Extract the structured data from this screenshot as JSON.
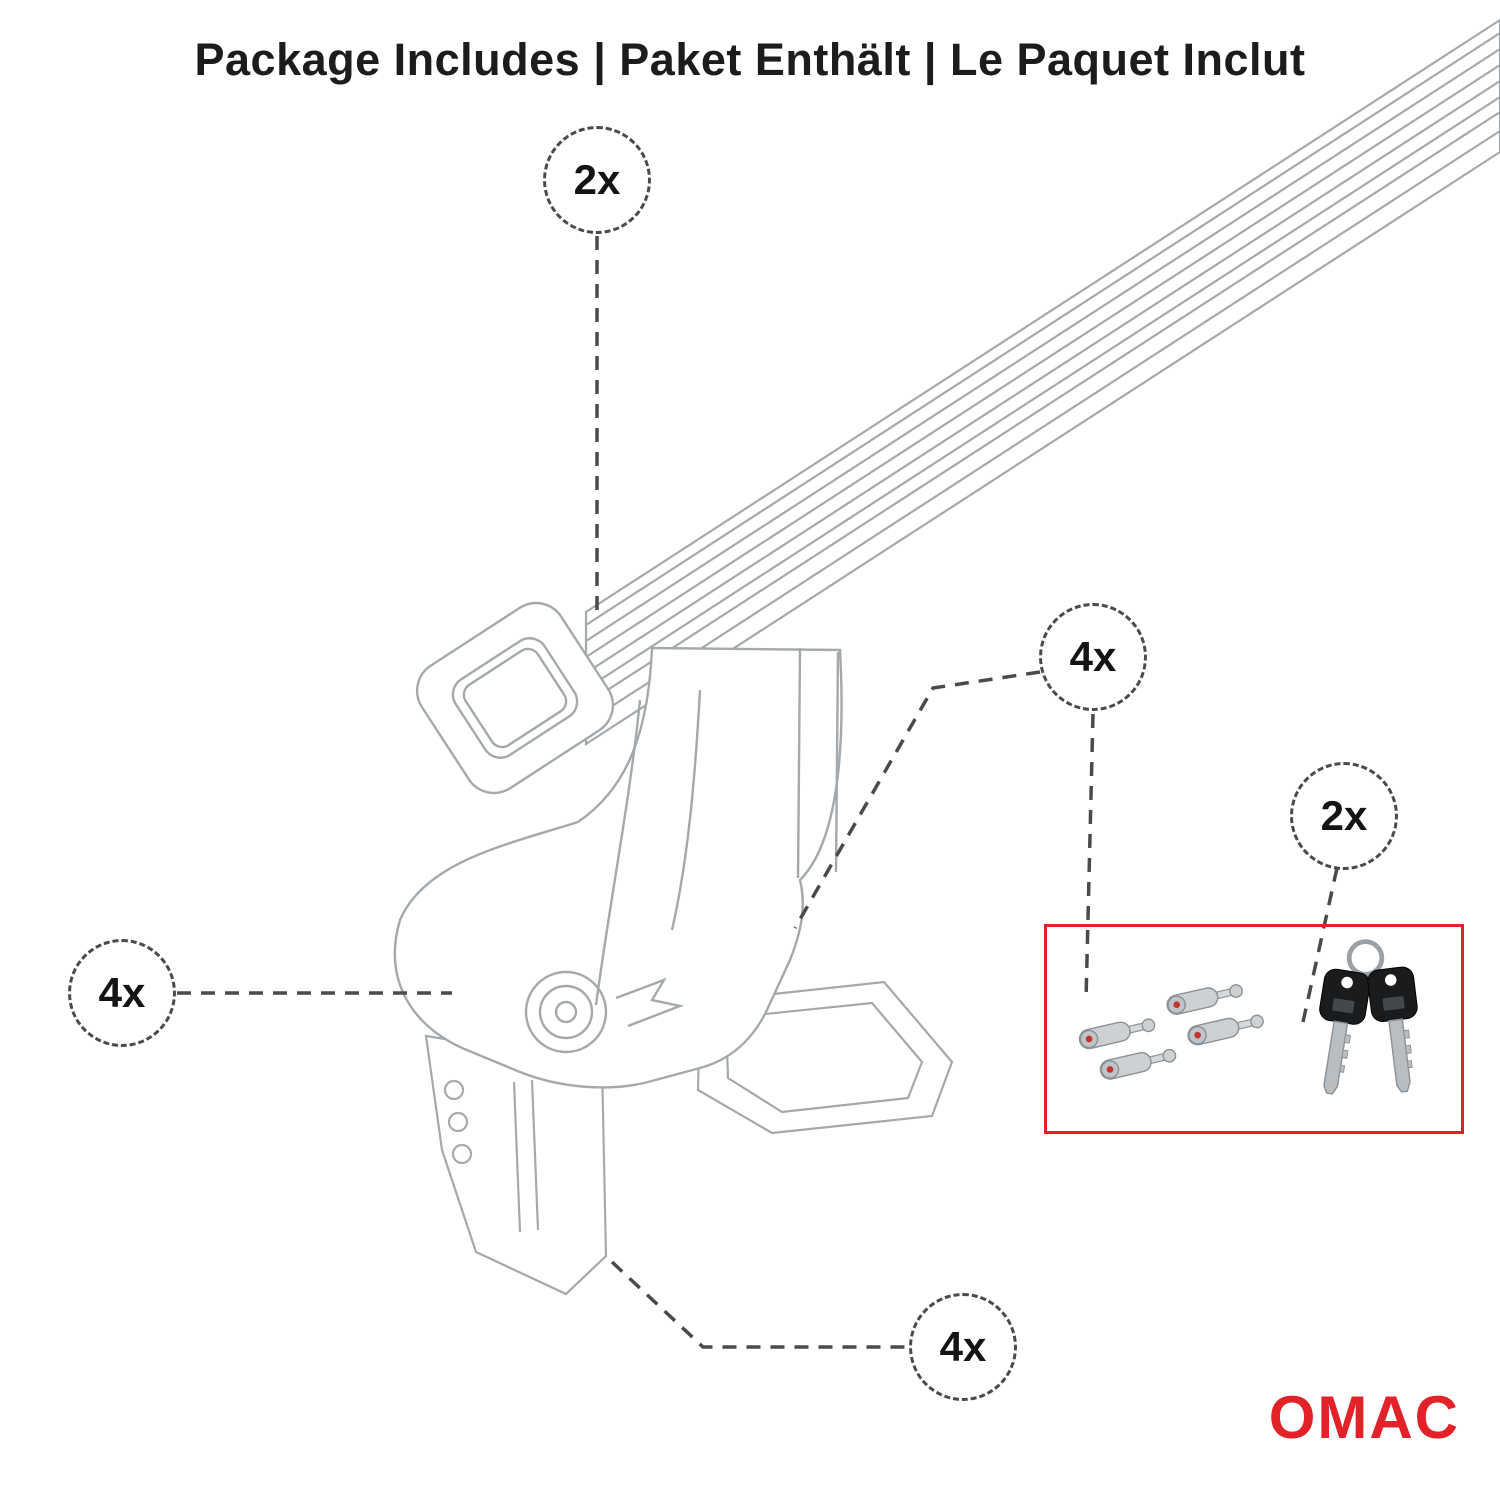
{
  "title": "Package Includes | Paket Enthält | Le Paquet Inclut",
  "callouts": {
    "crossbar_qty": "2x",
    "left_foot_qty": "4x",
    "lock_bolt_qty": "4x",
    "keys_qty": "2x",
    "clamp_qty": "4x"
  },
  "hardware_box": {
    "lock_cylinders_icon": "lock-cylinders-photo",
    "keys_icon": "keys-photo"
  },
  "brand": {
    "logo_text": "OMAC"
  },
  "colors": {
    "accent_red": "#e32128",
    "drawing_line": "#a4a9ad",
    "leader_dash": "#4a4a4a"
  }
}
